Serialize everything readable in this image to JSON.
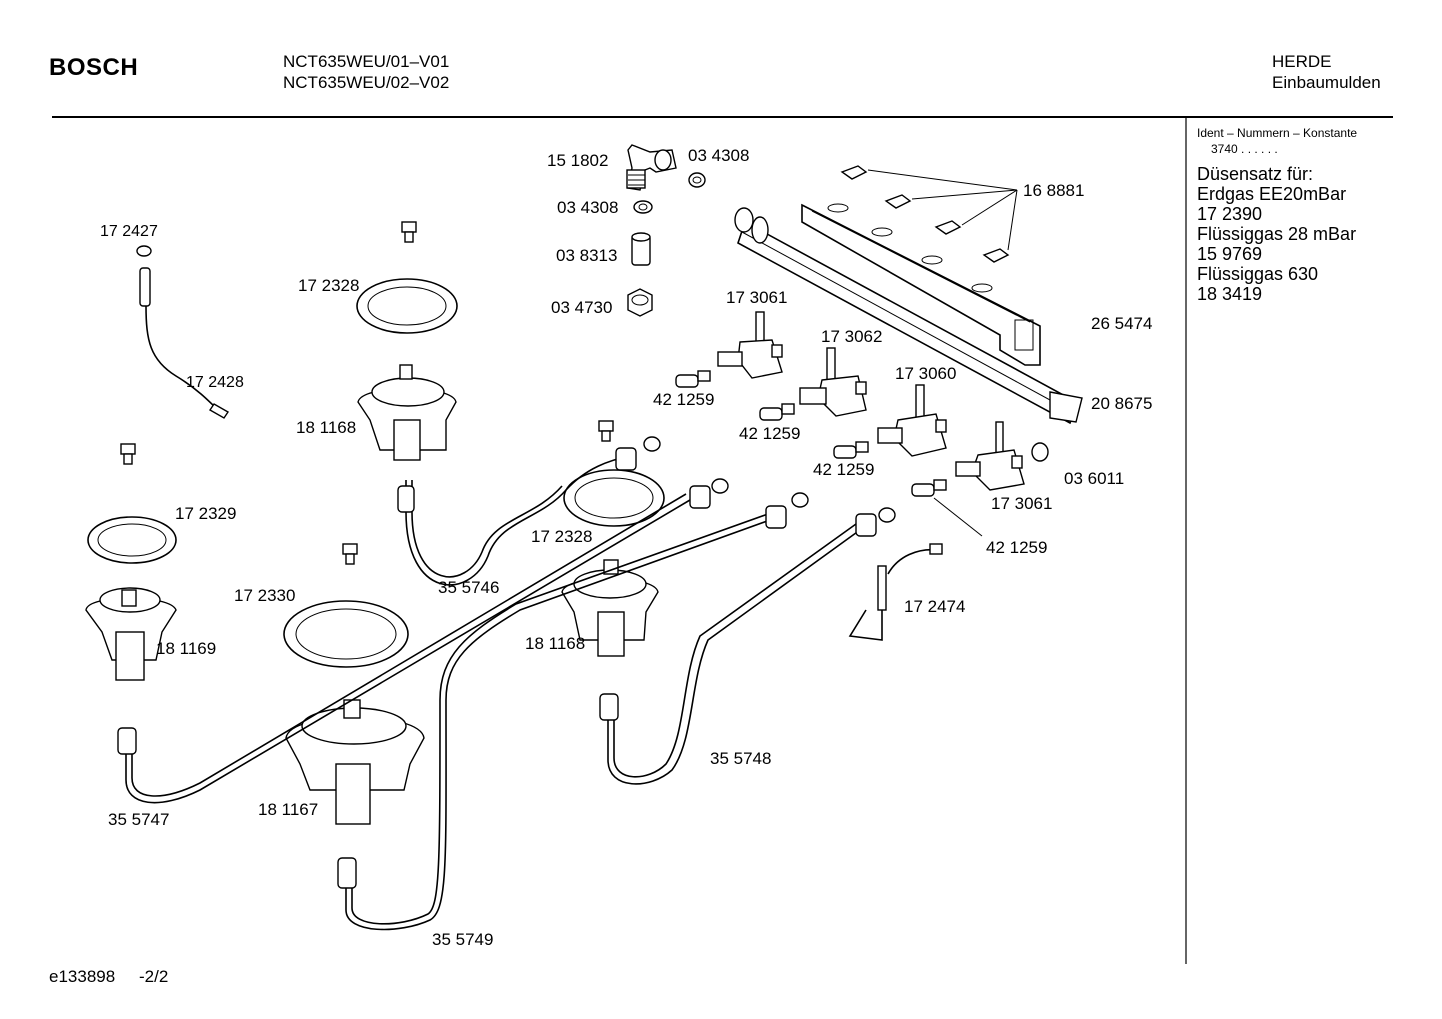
{
  "header": {
    "brand": "BOSCH",
    "model_line_1": "NCT635WEU/01–V01",
    "model_line_2": "NCT635WEU/02–V02",
    "category": "HERDE",
    "subcategory": "Einbaumulden"
  },
  "sidebar": {
    "ident_title": "Ident – Nummern – Konstante",
    "ident_value": "3740  .   .     .   .   .   .",
    "nozzle_title": "Düsensatz für:",
    "lines": [
      "Erdgas EE20mBar",
      "17 2390",
      "Flüssiggas 28 mBar",
      "15 9769",
      "Flüssiggas 630",
      "18 3419"
    ]
  },
  "parts": [
    "15 1802",
    "03 4308",
    "03 4308",
    "03 8313",
    "03 4730",
    "16 8881",
    "17 2427",
    "17 2328",
    "17 2428",
    "17 3061",
    "17 3062",
    "26 5474",
    "17 3060",
    "20 8675",
    "42 1259",
    "42 1259",
    "42 1259",
    "03 6011",
    "17 3061",
    "42 1259",
    "18 1168",
    "17 2329",
    "17 2328",
    "35 5746",
    "17 2330",
    "18 1169",
    "18 1168",
    "17 2474",
    "35 5748",
    "18 1167",
    "35 5747",
    "35 5749"
  ],
  "footer": {
    "drawing_id": "e133898",
    "page": "-2/2"
  }
}
